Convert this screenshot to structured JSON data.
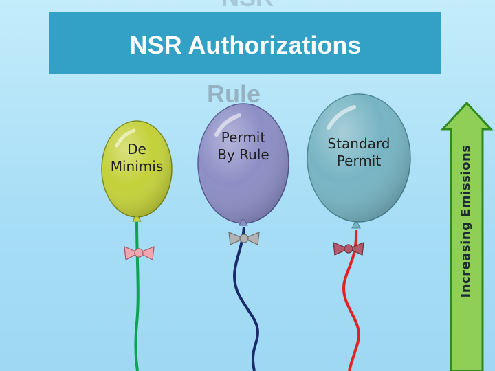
{
  "slide": {
    "ghost_top": "NSR",
    "title": "NSR Authorizations",
    "ghost_rule": "Rule"
  },
  "balloons": [
    {
      "label": "De Minimis",
      "color": "#c4d13a",
      "string": "#0ca452",
      "bow": "#f0a7b0"
    },
    {
      "label": "Permit By Rule",
      "color": "#8c8ec5",
      "string": "#1b2a6b",
      "bow": "#b3b3b3"
    },
    {
      "label": "Standard Permit",
      "color": "#77b4c3",
      "string": "#e32121",
      "bow": "#b55a6a"
    }
  ],
  "arrow": {
    "label": "Increasing Emissions",
    "color": "#8fcf55"
  }
}
